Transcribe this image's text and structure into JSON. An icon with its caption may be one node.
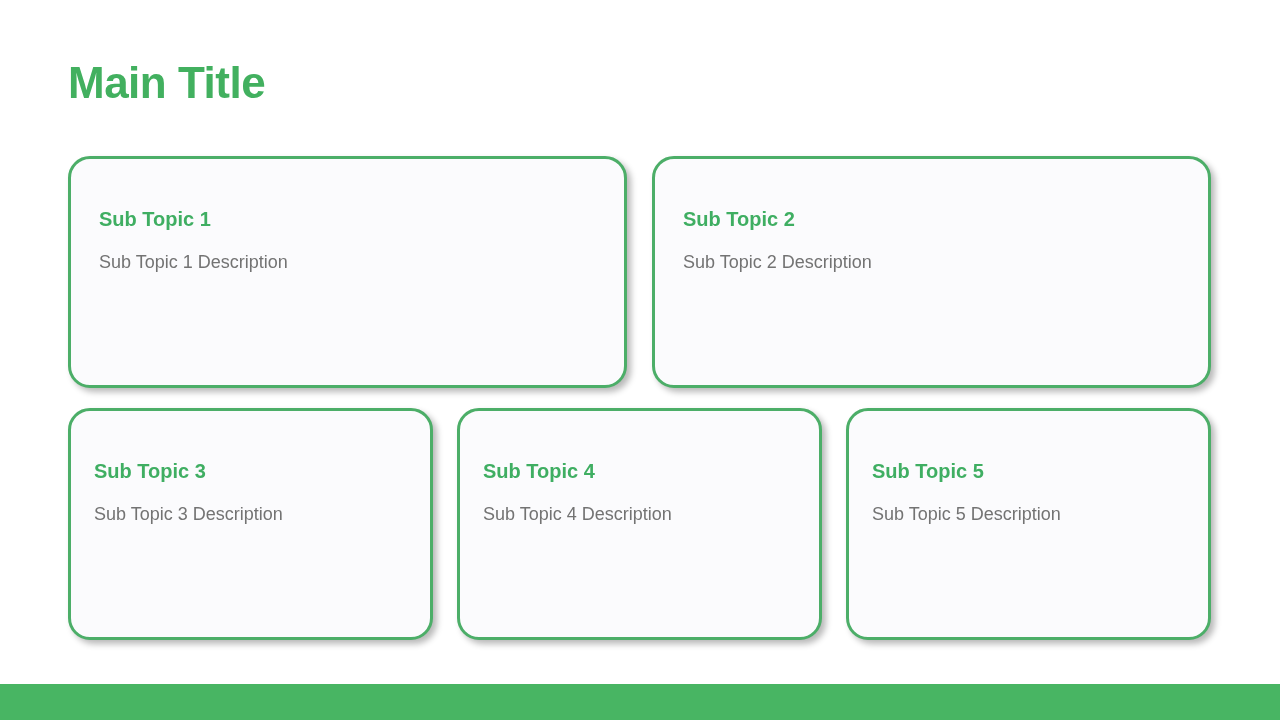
{
  "diagram": {
    "title": "Main Title",
    "nodes": [
      {
        "text": [
          "Sub Topic 1",
          "Sub Topic 1 Description"
        ]
      },
      {
        "text": [
          "Sub Topic 2",
          "Sub Topic 2 Description"
        ]
      },
      {
        "text": [
          "Sub Topic 3",
          "Sub Topic 3 Description"
        ]
      },
      {
        "text": [
          "Sub Topic 4",
          "Sub Topic 4 Description"
        ]
      },
      {
        "text": [
          "Sub Topic 5",
          "Sub Topic 5 Description"
        ]
      }
    ],
    "edges": []
  }
}
